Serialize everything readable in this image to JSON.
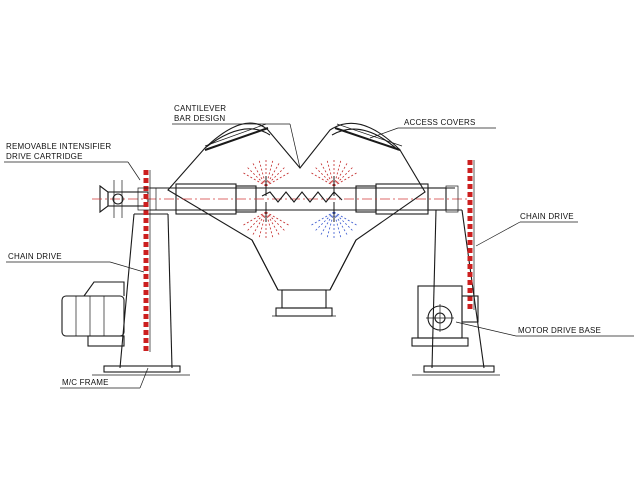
{
  "labels": {
    "cantilever_line1": "CANTILEVER",
    "cantilever_line2": "BAR DESIGN",
    "access_covers": "ACCESS COVERS",
    "intensifier_line1": "REMOVABLE INTENSIFIER",
    "intensifier_line2": "DRIVE CARTRIDGE",
    "chain_drive_left": "CHAIN DRIVE",
    "chain_drive_right": "CHAIN DRIVE",
    "motor_drive_base": "MOTOR DRIVE BASE",
    "mc_frame": "M/C FRAME"
  },
  "colors": {
    "line": "#1a1a1a",
    "chain": "#cc1f1f",
    "center_line": "#d23a3a",
    "spray": "#c42a2a",
    "spray_blue": "#3a5ad0"
  }
}
